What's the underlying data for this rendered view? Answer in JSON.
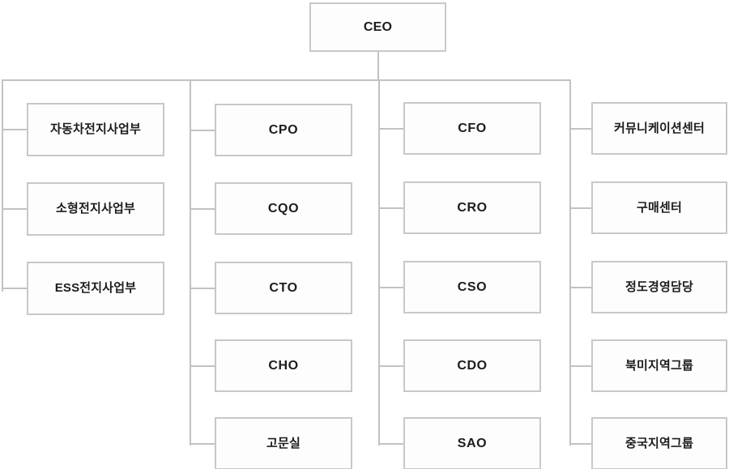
{
  "chart_title": "CEO Organization Chart",
  "colors": {
    "box_border": "#c8c8c8",
    "box_fill": "#fdfdfd",
    "connector": "#c2c2c2",
    "text": "#1c1c1c",
    "background": "#ffffff"
  },
  "root": {
    "label": "CEO"
  },
  "columns": [
    {
      "id": "business-divisions",
      "nodes": [
        {
          "label": "자동차전지사업부"
        },
        {
          "label": "소형전지사업부"
        },
        {
          "label": "ESS전지사업부"
        }
      ]
    },
    {
      "id": "officers-left",
      "nodes": [
        {
          "label": "CPO"
        },
        {
          "label": "CQO"
        },
        {
          "label": "CTO"
        },
        {
          "label": "CHO"
        },
        {
          "label": "고문실"
        }
      ]
    },
    {
      "id": "officers-right",
      "nodes": [
        {
          "label": "CFO"
        },
        {
          "label": "CRO"
        },
        {
          "label": "CSO"
        },
        {
          "label": "CDO"
        },
        {
          "label": "SAO"
        }
      ]
    },
    {
      "id": "centers-and-regions",
      "nodes": [
        {
          "label": "커뮤니케이션센터"
        },
        {
          "label": "구매센터"
        },
        {
          "label": "정도경영담당"
        },
        {
          "label": "북미지역그룹"
        },
        {
          "label": "중국지역그룹"
        }
      ]
    }
  ]
}
